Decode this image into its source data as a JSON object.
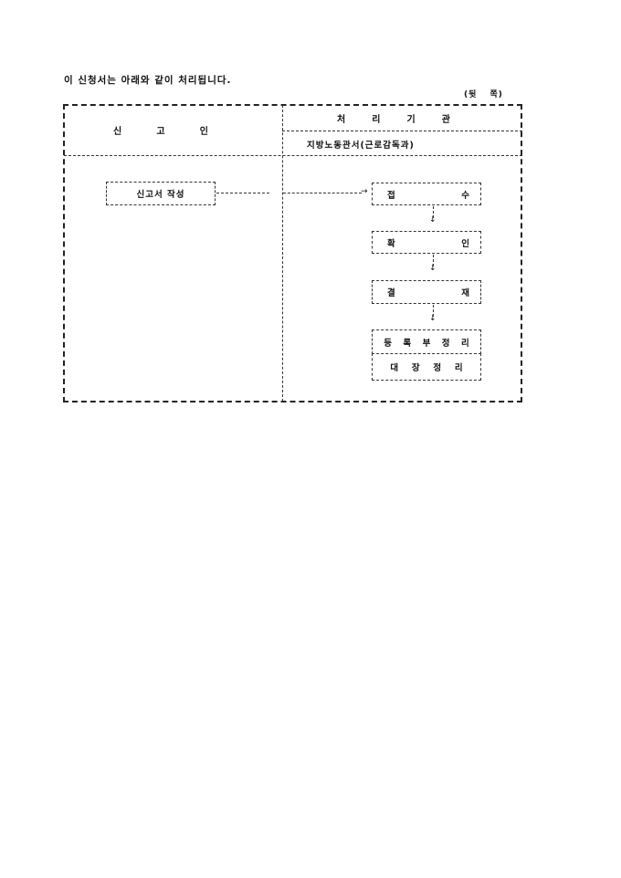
{
  "document": {
    "intro_text": "이 신청서는 아래와 같이 처리됩니다.",
    "page_note": "(뒷 쪽)"
  },
  "table": {
    "applicant_header": [
      "신",
      "고",
      "인"
    ],
    "agency_header": [
      "처",
      "리",
      "기",
      "관"
    ],
    "agency_name": "지방노동관서(근로감독과)"
  },
  "flow": {
    "applicant_step": "신고서 작성",
    "receipt": [
      "접",
      "수"
    ],
    "verify": [
      "확",
      "인"
    ],
    "approve": [
      "결",
      "재"
    ],
    "register": [
      "등",
      "록",
      "부",
      "정",
      "리"
    ],
    "ledger": [
      "대",
      "장",
      "정",
      "리"
    ]
  }
}
